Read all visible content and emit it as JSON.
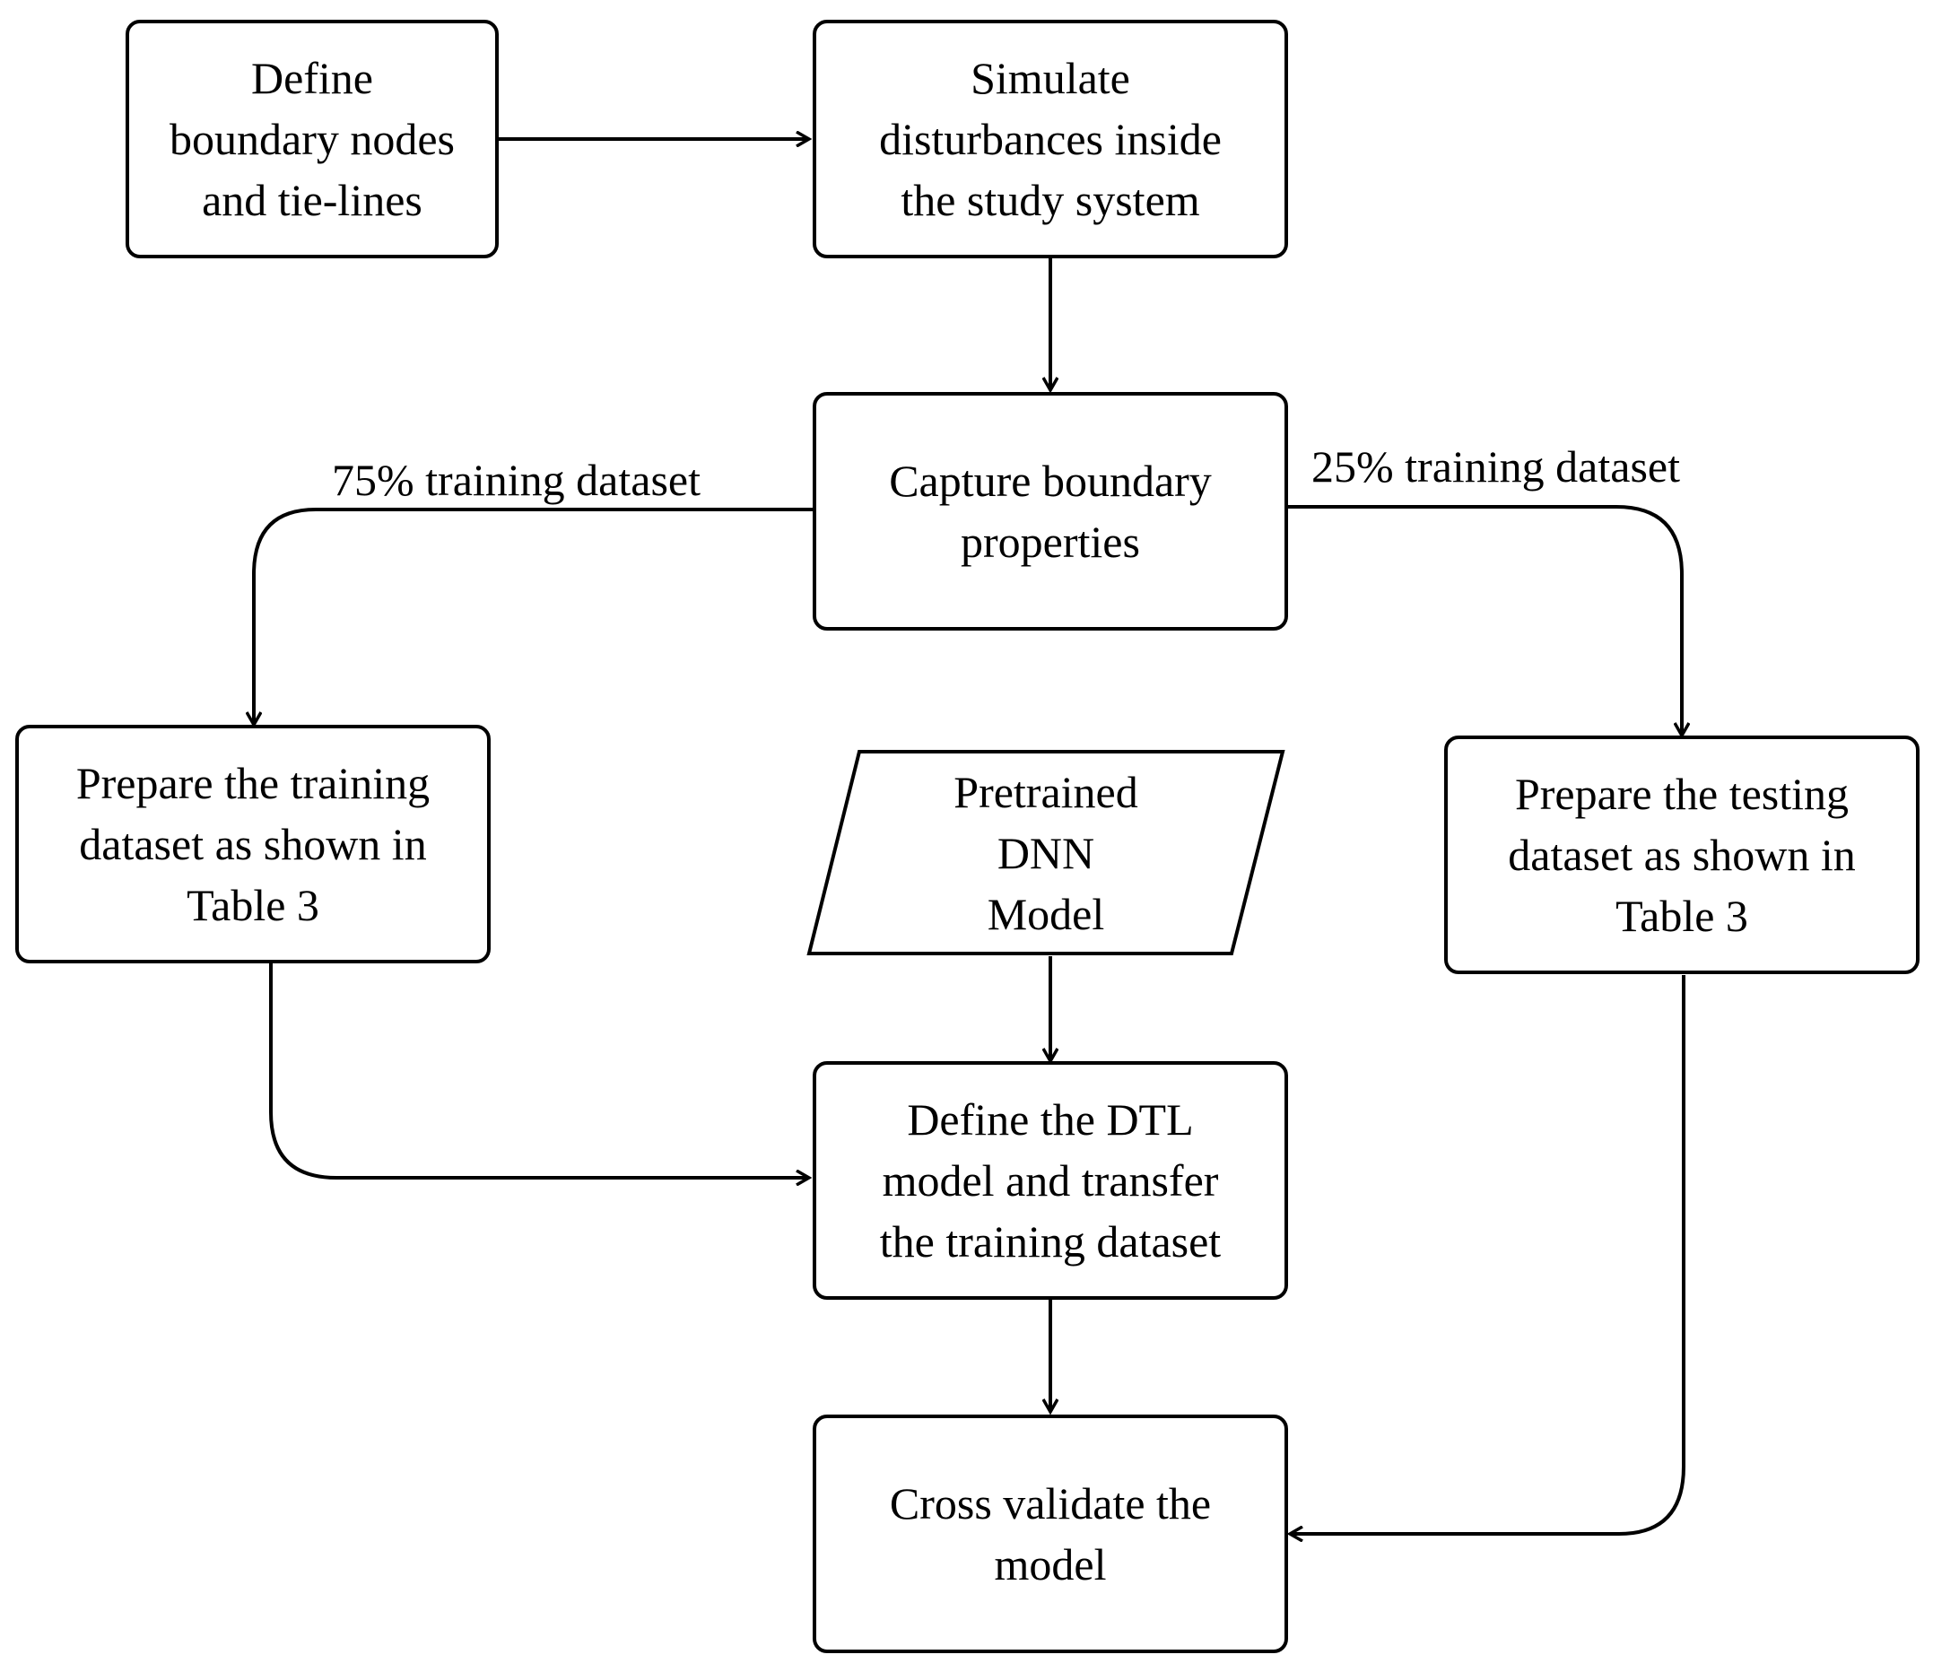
{
  "nodes": {
    "define_boundary": {
      "text": "Define\nboundary nodes\nand tie-lines"
    },
    "simulate": {
      "text": "Simulate\ndisturbances inside\nthe study system"
    },
    "capture": {
      "text": "Capture boundary\nproperties"
    },
    "prepare_training": {
      "text": "Prepare the training\ndataset as shown in\nTable 3"
    },
    "pretrained": {
      "text": "Pretrained\nDNN\nModel"
    },
    "prepare_testing": {
      "text": "Prepare the testing\ndataset as shown in\nTable 3"
    },
    "define_dtl": {
      "text": "Define the DTL\nmodel and transfer\nthe training dataset"
    },
    "cross_validate": {
      "text": "Cross validate the\nmodel"
    }
  },
  "edge_labels": {
    "left_split": "75% training dataset",
    "right_split": "25% training dataset"
  }
}
